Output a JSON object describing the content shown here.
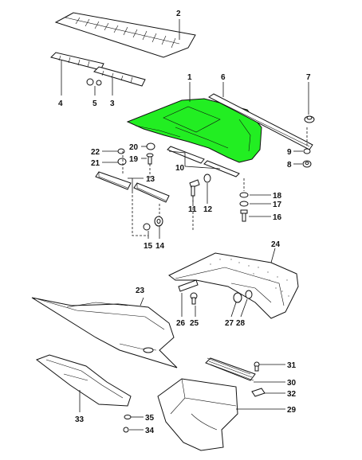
{
  "highlight_color": "#22ee22",
  "callouts": {
    "c1": "1",
    "c2": "2",
    "c3": "3",
    "c4": "4",
    "c5": "5",
    "c6": "6",
    "c7": "7",
    "c8": "8",
    "c9": "9",
    "c10": "10",
    "c11": "11",
    "c12": "12",
    "c13": "13",
    "c14": "14",
    "c15": "15",
    "c16": "16",
    "c17": "17",
    "c18": "18",
    "c19": "19",
    "c20": "20",
    "c21": "21",
    "c22": "22",
    "c23": "23",
    "c24": "24",
    "c25": "25",
    "c26": "26",
    "c27": "27",
    "c28": "28",
    "c29": "29",
    "c30": "30",
    "c31": "31",
    "c32": "32",
    "c33": "33",
    "c34": "34",
    "c35": "35"
  }
}
